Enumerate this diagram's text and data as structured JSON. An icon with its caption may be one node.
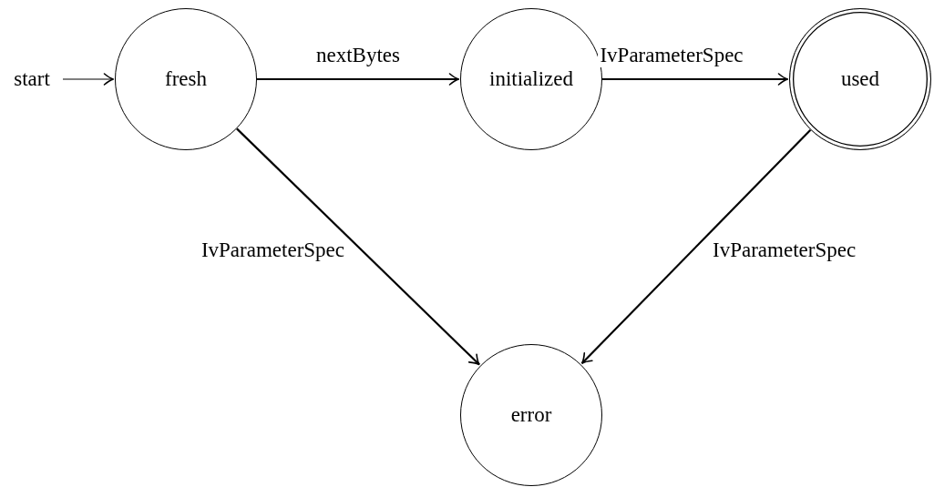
{
  "diagram": {
    "nodes": [
      {
        "text": [
          "start"
        ]
      },
      {
        "text": [
          "fresh"
        ]
      },
      {
        "text": [
          "initialized"
        ]
      },
      {
        "text": [
          "used"
        ]
      },
      {
        "text": [
          "error"
        ]
      }
    ],
    "edges": [
      {
        "from": 0,
        "to": 1,
        "arrow": "to"
      },
      {
        "from": 1,
        "to": 2,
        "arrow": "to",
        "label": "nextBytes"
      },
      {
        "from": 2,
        "to": 3,
        "arrow": "to",
        "label": "IvParameterSpec"
      },
      {
        "from": 1,
        "to": 4,
        "arrow": "to",
        "label": "IvParameterSpec"
      },
      {
        "from": 3,
        "to": 4,
        "arrow": "to",
        "label": "IvParameterSpec"
      }
    ]
  }
}
